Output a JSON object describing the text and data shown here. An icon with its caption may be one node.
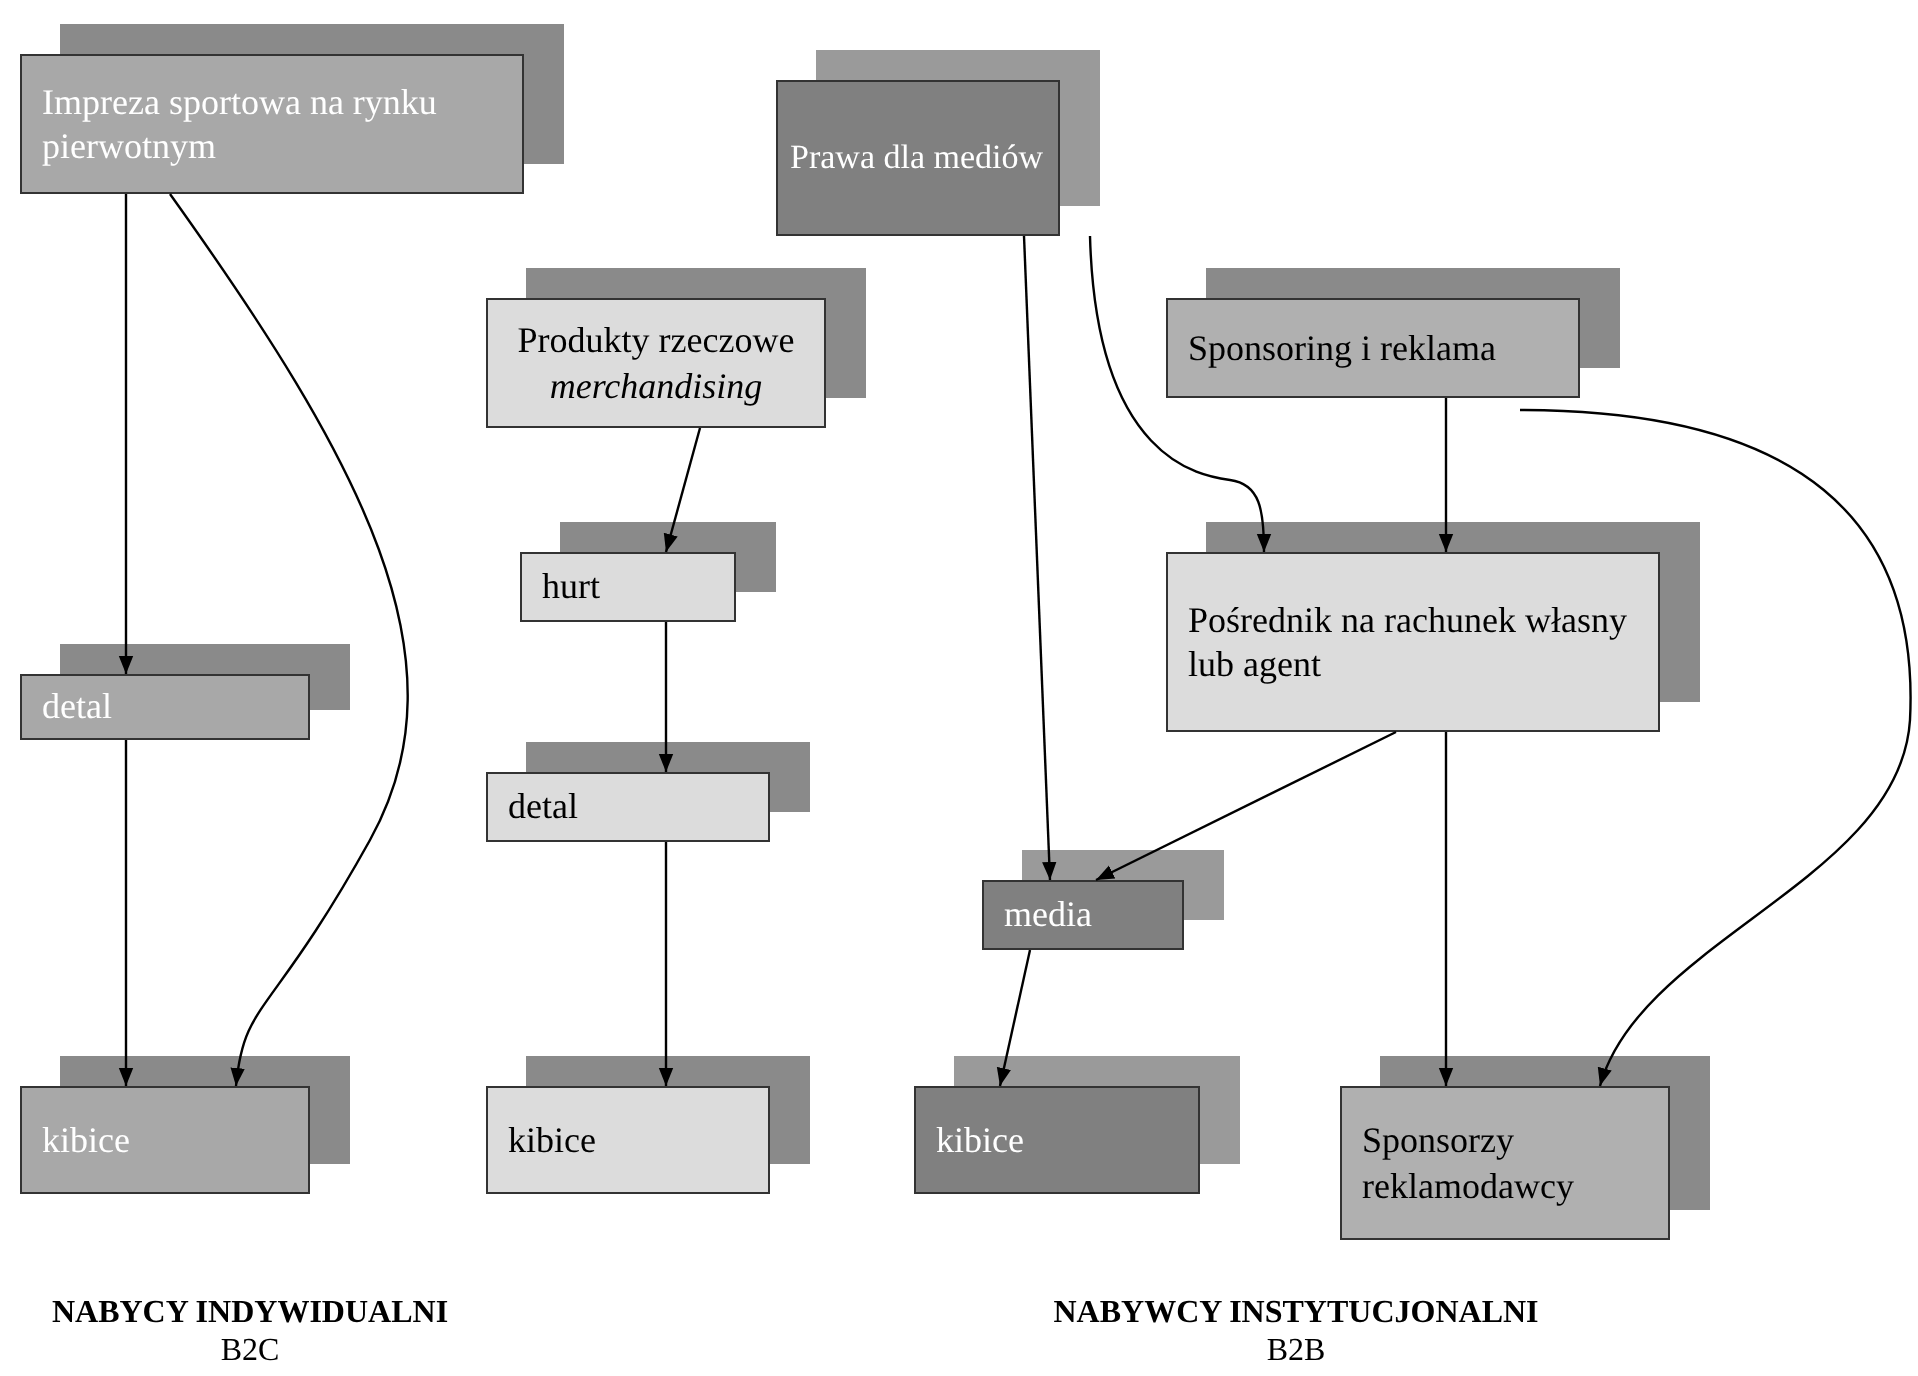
{
  "diagram": {
    "nodes": [
      {
        "text": [
          "Impreza sportowa na rynku pierwotnym"
        ]
      },
      {
        "text": [
          "Prawa dla mediów"
        ]
      },
      {
        "text": [
          "Produkty rzeczowe *merchandising*"
        ]
      },
      {
        "text": [
          "Sponsoring i reklama"
        ]
      },
      {
        "text": [
          "hurt"
        ]
      },
      {
        "text": [
          "Pośrednik na rachunek własny lub agent"
        ]
      },
      {
        "text": [
          "detal"
        ]
      },
      {
        "text": [
          "detal"
        ]
      },
      {
        "text": [
          "media"
        ]
      },
      {
        "text": [
          "kibice"
        ]
      },
      {
        "text": [
          "kibice"
        ]
      },
      {
        "text": [
          "kibice"
        ]
      },
      {
        "text": [
          "Sponsorzy reklamodawcy"
        ]
      }
    ],
    "edges": [
      {
        "from": 0,
        "to": 6,
        "arrow": "to"
      },
      {
        "from": 0,
        "to": 9,
        "arrow": "to"
      },
      {
        "from": 2,
        "to": 4,
        "arrow": "to"
      },
      {
        "from": 4,
        "to": 7,
        "arrow": "to"
      },
      {
        "from": 7,
        "to": 10,
        "arrow": "to"
      },
      {
        "from": 6,
        "to": 9,
        "arrow": "to"
      },
      {
        "from": 1,
        "to": 8,
        "arrow": "to"
      },
      {
        "from": 1,
        "to": 5,
        "arrow": "to"
      },
      {
        "from": 3,
        "to": 5,
        "arrow": "to"
      },
      {
        "from": 3,
        "to": 12,
        "arrow": "to"
      },
      {
        "from": 5,
        "to": 8,
        "arrow": "to"
      },
      {
        "from": 5,
        "to": 12,
        "arrow": "to"
      },
      {
        "from": 8,
        "to": 11,
        "arrow": "to"
      }
    ],
    "labels": [
      "NABYCY INDYWIDUALNI",
      "B2C",
      "NABYWCY INSTYTUCJONALNI",
      "B2B"
    ]
  }
}
